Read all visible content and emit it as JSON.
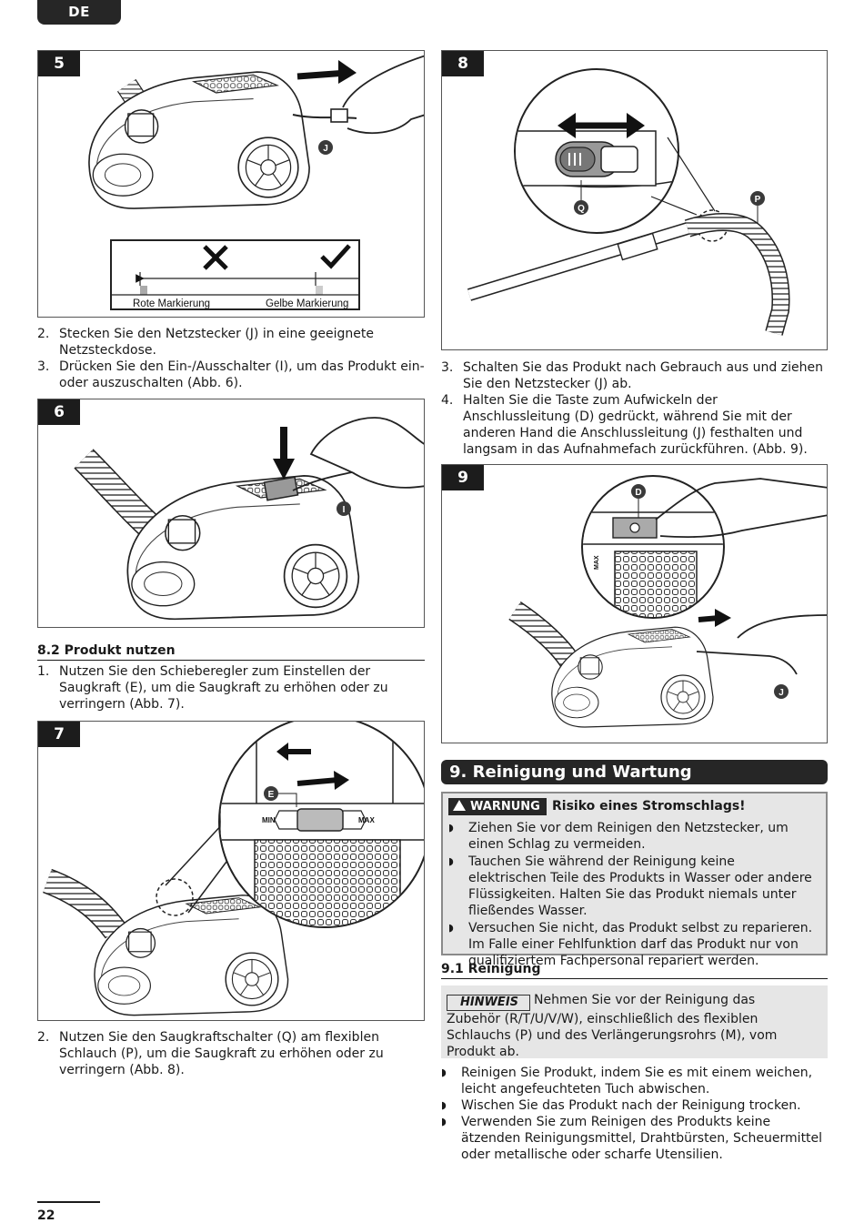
{
  "header": {
    "lang": "DE"
  },
  "figures": {
    "f5": {
      "num": "5",
      "callout": "J",
      "label_red": "Rote Markierung",
      "label_yellow": "Gelbe Markierung"
    },
    "f6": {
      "num": "6",
      "callout": "I"
    },
    "f7": {
      "num": "7",
      "callout": "E",
      "min": "MIN",
      "max": "MAX"
    },
    "f8": {
      "num": "8",
      "callout_q": "Q",
      "callout_p": "P"
    },
    "f9": {
      "num": "9",
      "callout_d": "D",
      "callout_j": "J",
      "max": "MAX"
    }
  },
  "left": {
    "steps_a": [
      {
        "n": "2.",
        "text": "Stecken Sie den Netzstecker (J) in eine geeignete Netzsteckdose."
      },
      {
        "n": "3.",
        "text": "Drücken Sie den Ein-/Ausschalter (I), um das Produkt ein- oder auszuschalten (Abb. 6)."
      }
    ],
    "section82": "8.2 Produkt nutzen",
    "steps_b": [
      {
        "n": "1.",
        "text": "Nutzen Sie den Schieberegler zum Einstellen der Saugkraft (E), um die Saugkraft zu erhöhen oder zu verringern (Abb. 7)."
      }
    ],
    "steps_c": [
      {
        "n": "2.",
        "text": "Nutzen Sie den Saugkraftschalter (Q) am flexiblen Schlauch (P), um die Saugkraft zu erhöhen oder zu verringern (Abb. 8)."
      }
    ]
  },
  "right": {
    "steps_a": [
      {
        "n": "3.",
        "text": "Schalten Sie das Produkt nach Gebrauch aus und ziehen Sie den Netzstecker (J) ab."
      },
      {
        "n": "4.",
        "text": "Halten Sie die Taste zum Aufwickeln der Anschlussleitung (D) gedrückt, während Sie mit der anderen Hand die Anschlussleitung (J) festhalten und langsam in das Aufnahmefach zurückführen. (Abb. 9)."
      }
    ],
    "section9": "9. Reinigung und Wartung",
    "warning": {
      "badge": "WARNUNG",
      "title": "Risiko eines Stromschlags!",
      "items": [
        "Ziehen Sie vor dem Reinigen den Netzstecker, um einen Schlag zu vermeiden.",
        "Tauchen Sie während der Reinigung keine elektrischen Teile des Produkts in Wasser oder andere Flüssigkeiten. Halten Sie das Produkt niemals unter fließendes Wasser.",
        "Versuchen Sie nicht, das Produkt selbst zu reparieren. Im Falle einer Fehlfunktion darf das Produkt nur von qualifiziertem Fachpersonal repariert werden."
      ]
    },
    "section91": "9.1 Reinigung",
    "note": {
      "badge": "HINWEIS",
      "text": "Nehmen Sie vor der Reinigung das Zubehör (R/T/U/V/W), einschließlich des flexiblen Schlauchs (P) und des Verlängerungsrohrs (M), vom Produkt ab."
    },
    "bullets": [
      "Reinigen Sie Produkt, indem Sie es mit einem weichen, leicht angefeuchteten Tuch abwischen.",
      "Wischen Sie das Produkt nach der Reinigung trocken.",
      "Verwenden Sie zum Reinigen des Produkts keine ätzenden Reinigungsmittel, Drahtbürsten, Scheuermittel oder metallische oder scharfe Utensilien."
    ]
  },
  "footer": {
    "page": "22"
  }
}
